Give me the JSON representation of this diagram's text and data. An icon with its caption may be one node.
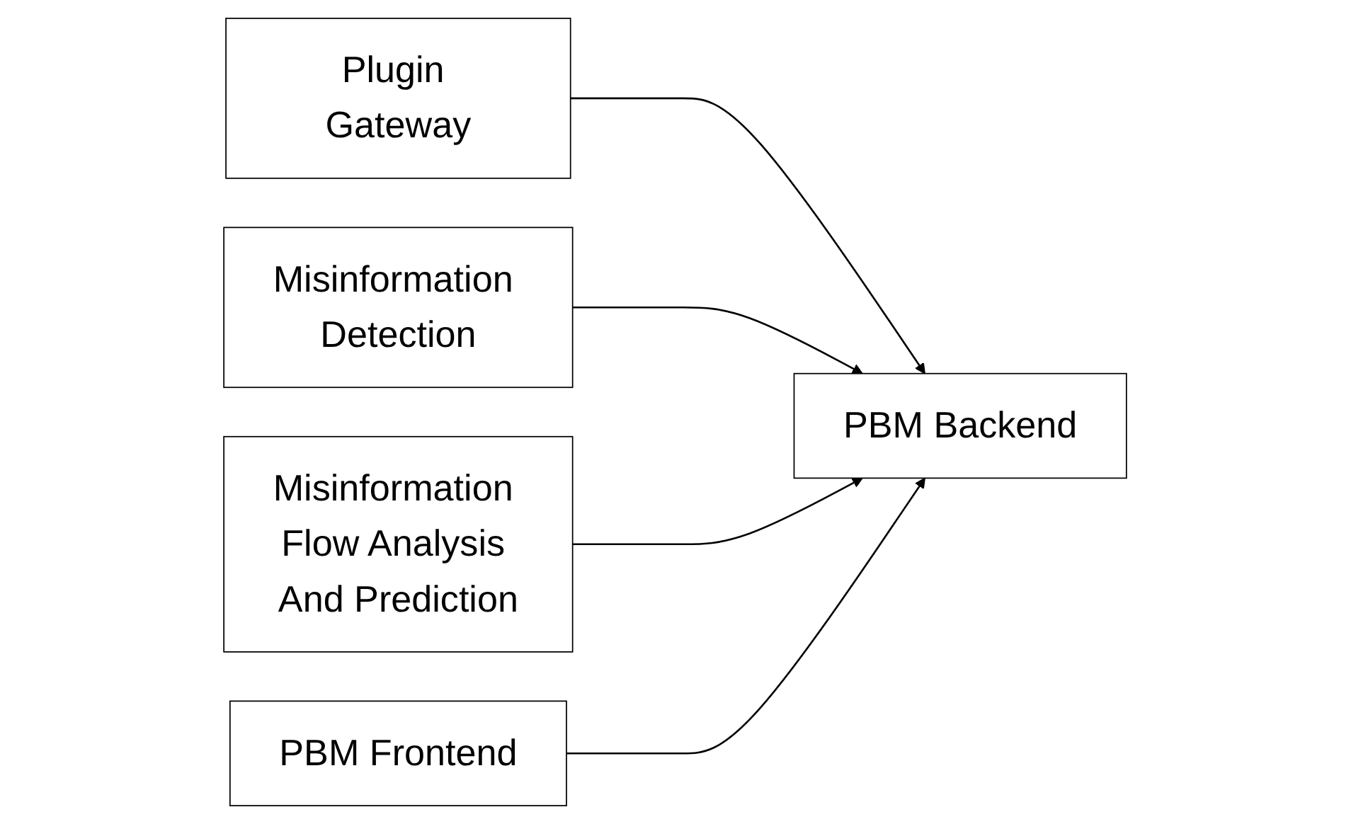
{
  "diagram": {
    "nodes": [
      {
        "text": [
          "Plugin Gateway"
        ]
      },
      {
        "text": [
          "Misinformation Detection"
        ]
      },
      {
        "text": [
          "Misinformation Flow Analysis And Prediction"
        ]
      },
      {
        "text": [
          "PBM Backend"
        ]
      },
      {
        "text": [
          "PBM Frontend"
        ]
      }
    ],
    "edges": [
      {
        "from": 0,
        "to": 3,
        "arrow": "to"
      },
      {
        "from": 1,
        "to": 3,
        "arrow": "to"
      },
      {
        "from": 2,
        "to": 3,
        "arrow": "to"
      },
      {
        "from": 4,
        "to": 3,
        "arrow": "to"
      }
    ]
  }
}
